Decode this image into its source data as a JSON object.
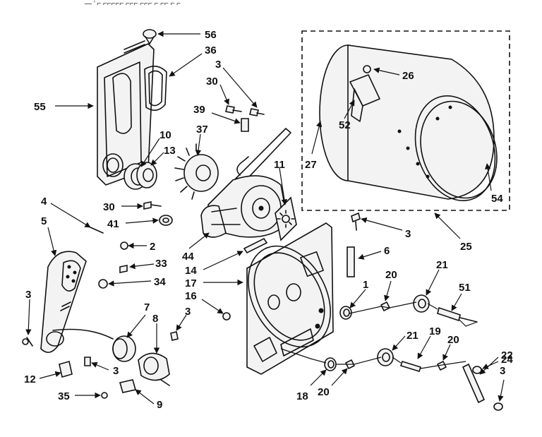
{
  "header_fragment": "— ’ ⌐ ⌐⌐⌐⌐⌐  ⌐⌐⌐   ⌐⌐⌐   ⌐   ⌐⌐ ⌐ ⌐",
  "callouts": [
    {
      "id": "c56",
      "label": "56"
    },
    {
      "id": "c36",
      "label": "36"
    },
    {
      "id": "c3a",
      "label": "3"
    },
    {
      "id": "c30a",
      "label": "30"
    },
    {
      "id": "c55",
      "label": "55"
    },
    {
      "id": "c39",
      "label": "39"
    },
    {
      "id": "c37",
      "label": "37"
    },
    {
      "id": "c10",
      "label": "10"
    },
    {
      "id": "c13",
      "label": "13"
    },
    {
      "id": "c11",
      "label": "11"
    },
    {
      "id": "c26",
      "label": "26"
    },
    {
      "id": "c52",
      "label": "52"
    },
    {
      "id": "c27",
      "label": "27"
    },
    {
      "id": "c54",
      "label": "54"
    },
    {
      "id": "c25",
      "label": "25"
    },
    {
      "id": "c4",
      "label": "4"
    },
    {
      "id": "c5",
      "label": "5"
    },
    {
      "id": "c30b",
      "label": "30"
    },
    {
      "id": "c41",
      "label": "41"
    },
    {
      "id": "c2",
      "label": "2"
    },
    {
      "id": "c44",
      "label": "44"
    },
    {
      "id": "c14",
      "label": "14"
    },
    {
      "id": "c17",
      "label": "17"
    },
    {
      "id": "c16",
      "label": "16"
    },
    {
      "id": "c33",
      "label": "33"
    },
    {
      "id": "c34",
      "label": "34"
    },
    {
      "id": "c3b",
      "label": "3"
    },
    {
      "id": "c3c",
      "label": "3"
    },
    {
      "id": "c6",
      "label": "6"
    },
    {
      "id": "c1",
      "label": "1"
    },
    {
      "id": "c20a",
      "label": "20"
    },
    {
      "id": "c21a",
      "label": "21"
    },
    {
      "id": "c51",
      "label": "51"
    },
    {
      "id": "c7",
      "label": "7"
    },
    {
      "id": "c8",
      "label": "8"
    },
    {
      "id": "c3d",
      "label": "3"
    },
    {
      "id": "c12",
      "label": "12"
    },
    {
      "id": "c3e",
      "label": "3"
    },
    {
      "id": "c35",
      "label": "35"
    },
    {
      "id": "c9",
      "label": "9"
    },
    {
      "id": "c21b",
      "label": "21"
    },
    {
      "id": "c19",
      "label": "19"
    },
    {
      "id": "c20b",
      "label": "20"
    },
    {
      "id": "c18",
      "label": "18"
    },
    {
      "id": "c20c",
      "label": "20"
    },
    {
      "id": "c24",
      "label": "24"
    },
    {
      "id": "c22",
      "label": "22"
    },
    {
      "id": "c3f",
      "label": "3"
    }
  ],
  "icons": {
    "heater_symbol": "sun-heater-icon"
  }
}
